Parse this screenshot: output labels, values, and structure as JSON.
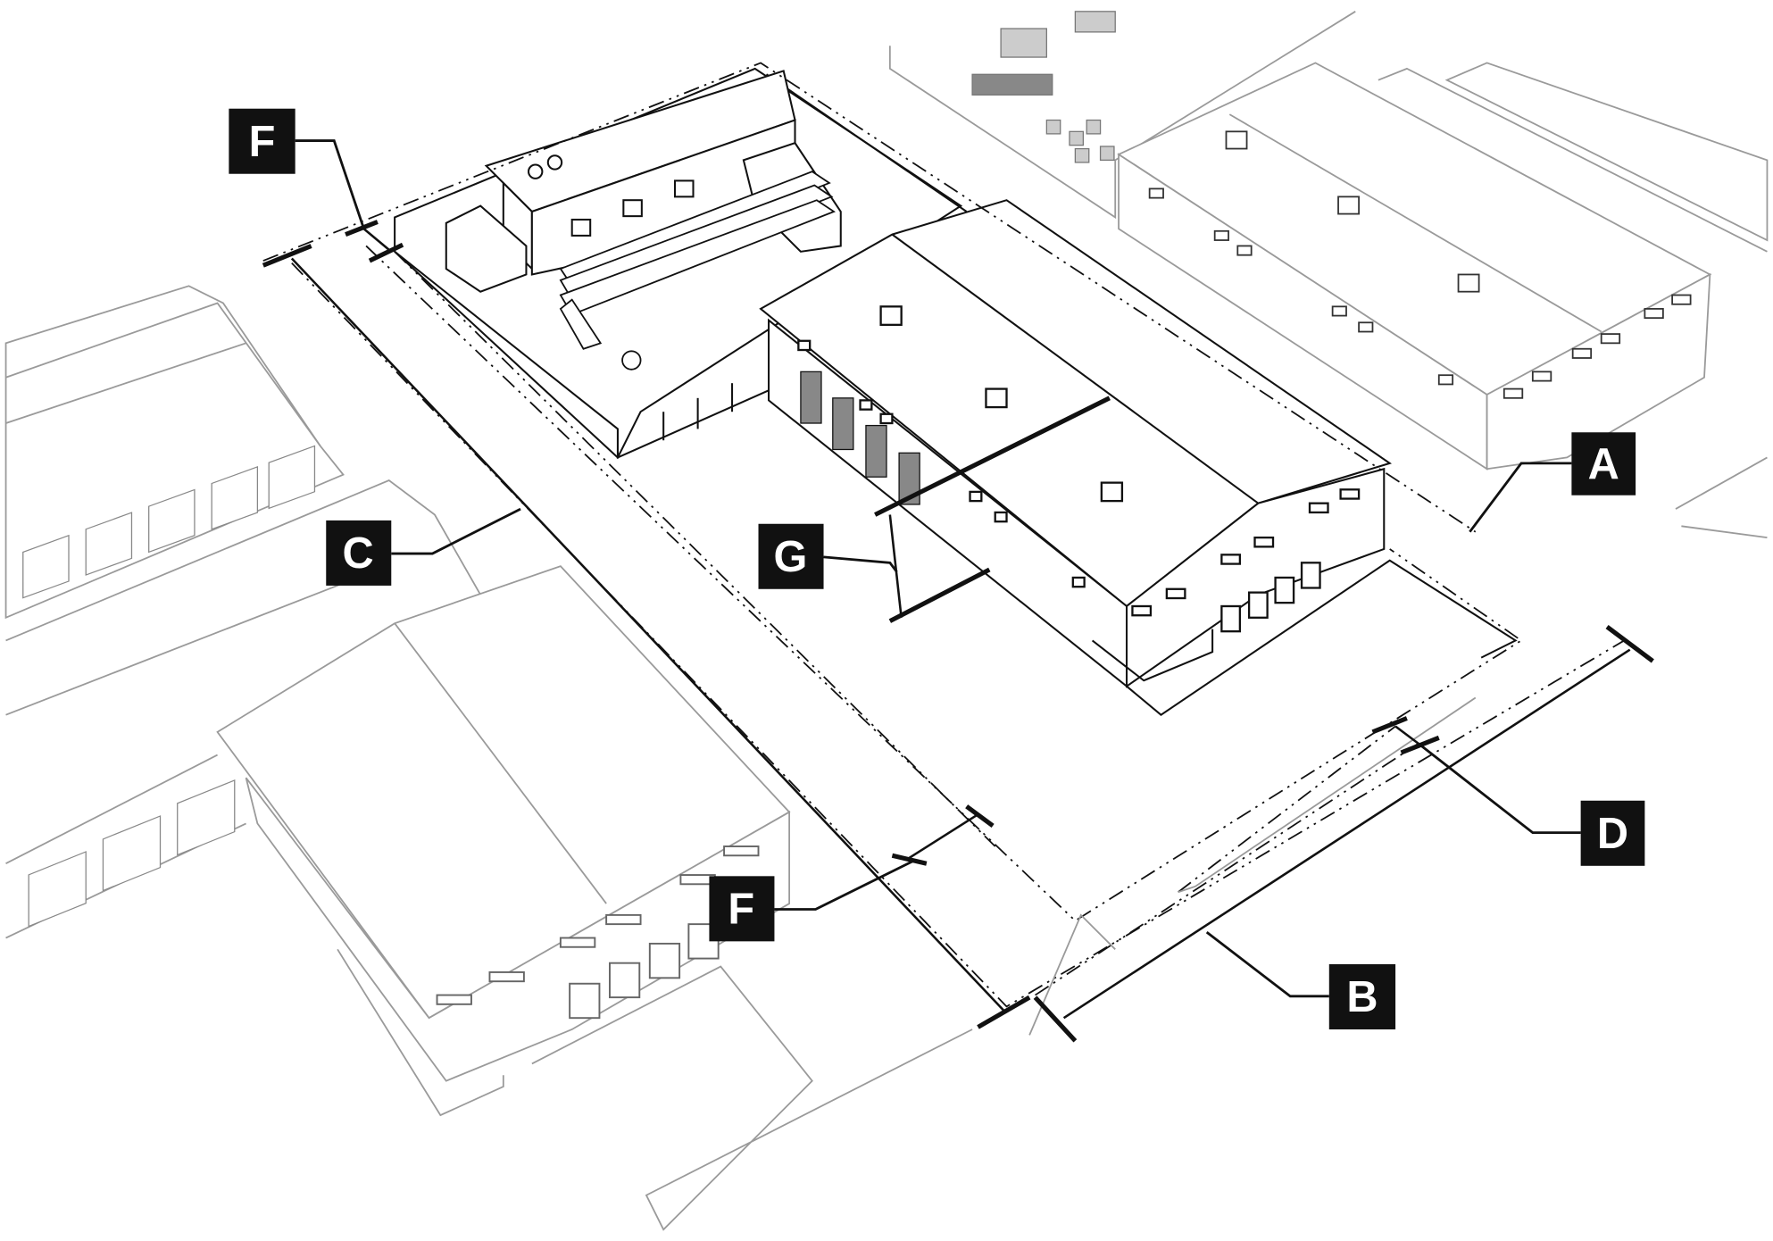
{
  "labels": {
    "a": "A",
    "b": "B",
    "c": "C",
    "d": "D",
    "f_top": "F",
    "f_bottom": "F",
    "g": "G"
  }
}
